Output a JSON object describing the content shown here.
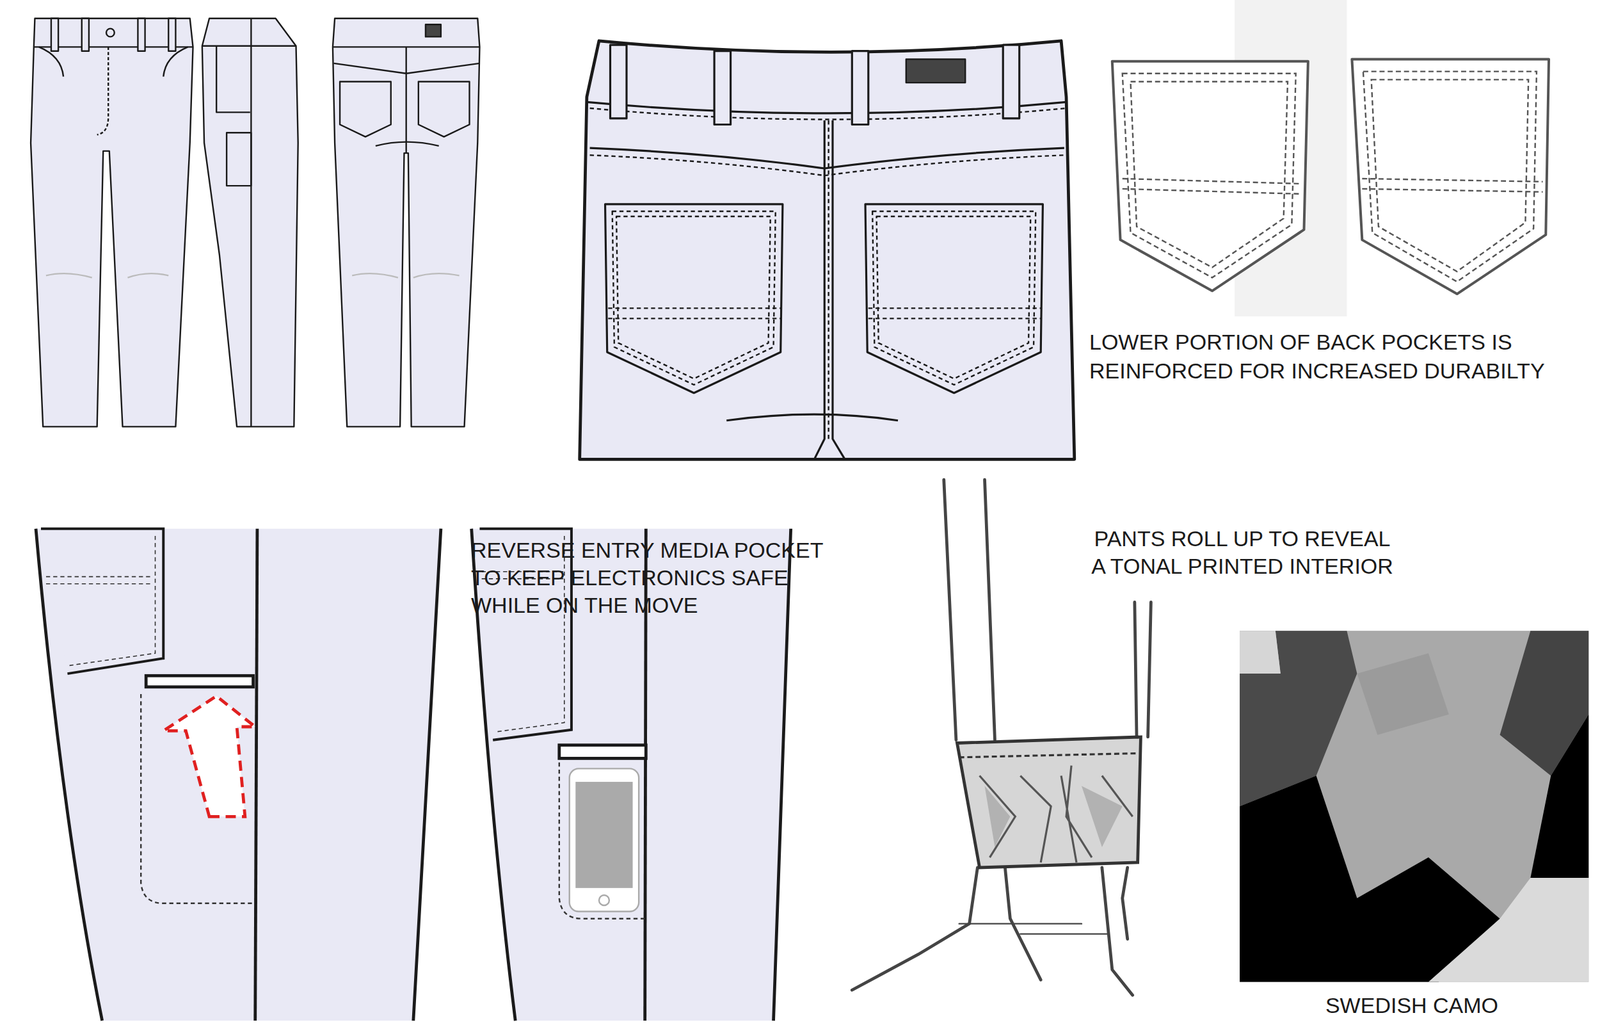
{
  "diagram": {
    "labels": [
      "LOWER PORTION OF BACK POCKETS IS REINFORCED FOR INCREASED DURABILTY",
      "REVERSE ENTRY MEDIA POCKET TO KEEP ELECTRONICS SAFE WHILE ON THE MOVE",
      "PANTS ROLL UP TO REVEAL A TONAL PRINTED INTERIOR",
      "SWEDISH CAMO"
    ]
  }
}
